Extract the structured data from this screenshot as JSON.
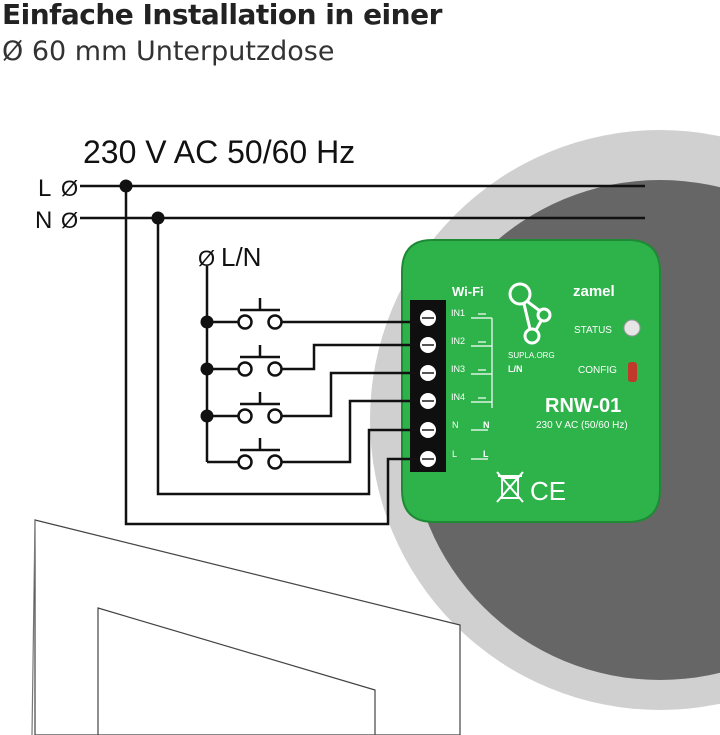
{
  "header": {
    "title": "Einfache Installation in einer",
    "subtitle": "Ø 60 mm Unterputzdose"
  },
  "supply": {
    "voltage_label": "230 V AC 50/60  Hz",
    "line_l": "L",
    "line_n": "N",
    "common_label": "L/N",
    "terminal_symbol": "Ø"
  },
  "device": {
    "wifi": "Wi-Fi",
    "brand": "zamel",
    "org": "SUPLA.ORG",
    "status": "STATUS",
    "config": "CONFIG",
    "model": "RNW-01",
    "rating": "230 V AC (50/60 Hz)",
    "ce": "CE",
    "inputs": [
      "IN1",
      "IN2",
      "IN3",
      "IN4",
      "N",
      "L"
    ],
    "schematic_labels": [
      "L/N",
      "N",
      "L"
    ],
    "body_color": "#2db34a",
    "status_led_color": "#e6e6e6",
    "config_led_color": "#c0392b"
  },
  "colors": {
    "wire": "#111111",
    "circle_dark": "#666666",
    "circle_light": "#cfcfcf"
  }
}
